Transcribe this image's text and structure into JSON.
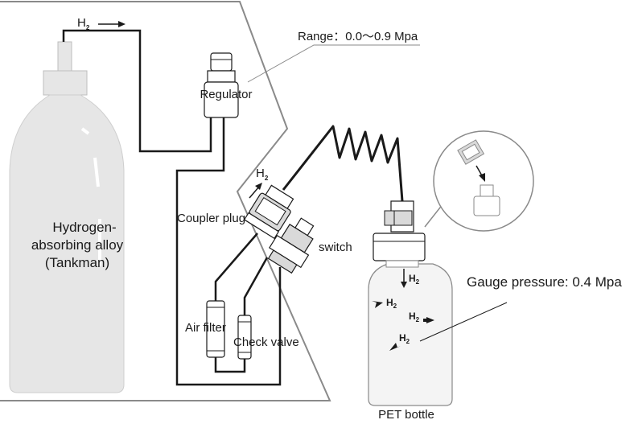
{
  "labels": {
    "h2_top": "H",
    "h2_top_sub": "2",
    "range": "Range：0.0〜0.9 Mpa",
    "regulator": "Regulator",
    "tank_line1": "Hydrogen-",
    "tank_line2": "absorbing alloy",
    "tank_line3": "(Tankman)",
    "coupler_plug": "Coupler plug",
    "h2_coupler": "H",
    "h2_coupler_sub": "2",
    "switch": "switch",
    "air_filter": "Air filter",
    "check_valve": "Check valve",
    "gauge_pressure": "Gauge pressure: 0.4 Mpa",
    "pet_bottle": "PET bottle",
    "h2_bottle_a": "H",
    "h2_bottle_a_sub": "2",
    "h2_bottle_b": "H",
    "h2_bottle_b_sub": "2",
    "h2_bottle_c": "H",
    "h2_bottle_c_sub": "2",
    "h2_bottle_d": "H",
    "h2_bottle_d_sub": "2"
  },
  "colors": {
    "line": "#1a1a1a",
    "outline": "#8a8a8a",
    "tank_fill": "#e6e6e6",
    "part_fill": "#d2d2d2",
    "bottle_fill": "#f4f4f4"
  }
}
